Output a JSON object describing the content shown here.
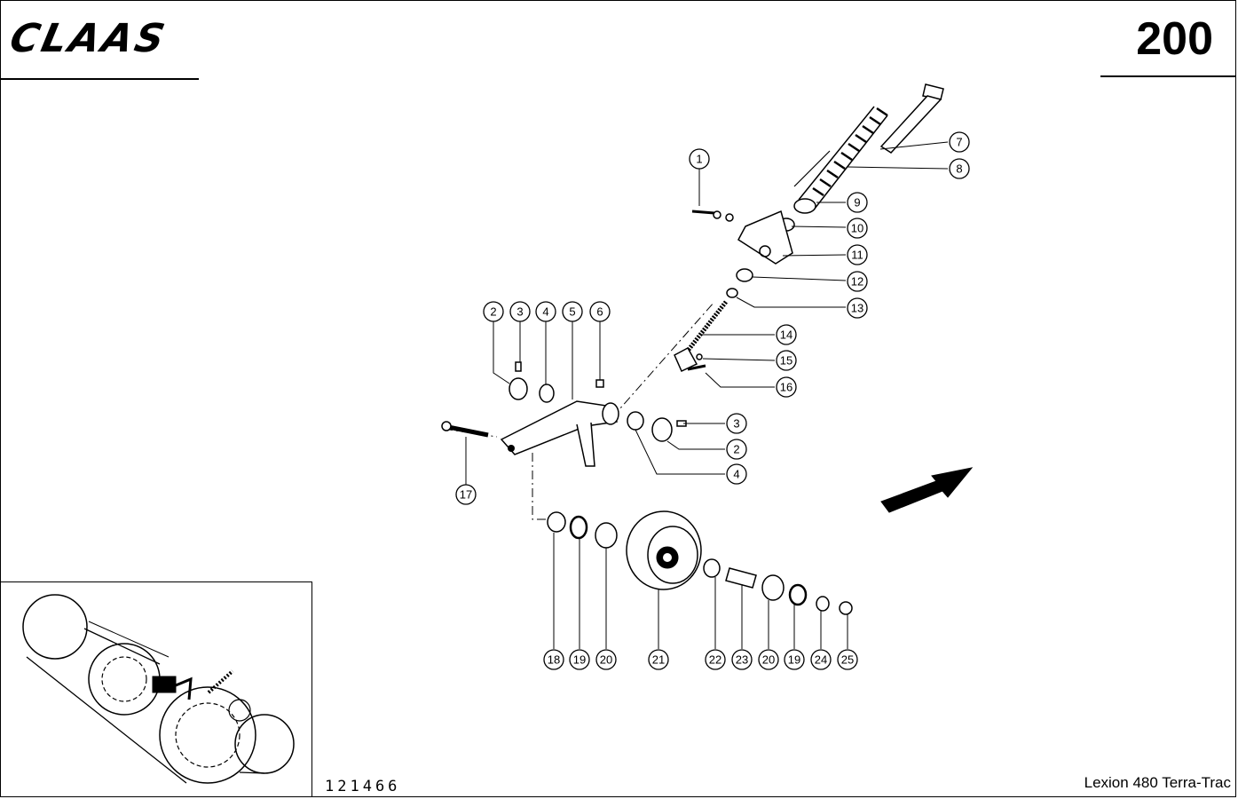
{
  "header": {
    "brand": "CLAAS",
    "page_number": "200"
  },
  "footer": {
    "drawing_number": "121466",
    "model": "Lexion 480 Terra-Trac"
  },
  "callouts": [
    "1",
    "2",
    "3",
    "4",
    "5",
    "6",
    "7",
    "8",
    "9",
    "10",
    "11",
    "12",
    "13",
    "14",
    "15",
    "16",
    "17",
    "18",
    "19",
    "20",
    "21",
    "22",
    "23",
    "24",
    "25"
  ]
}
